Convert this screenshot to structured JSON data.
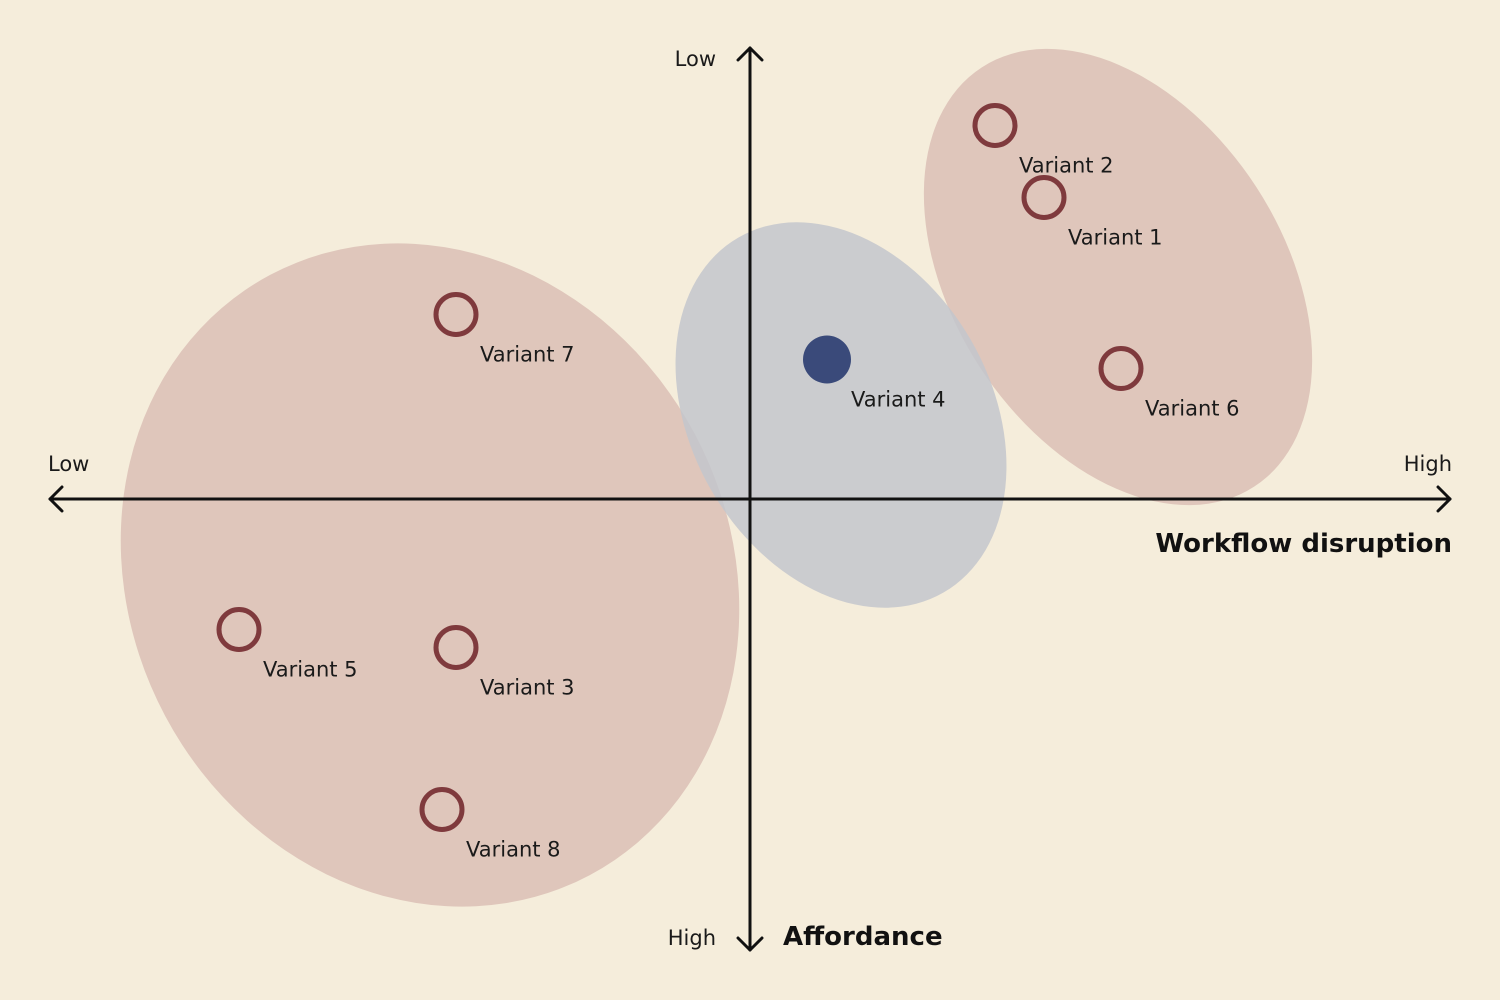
{
  "chart_data": {
    "type": "scatter",
    "title": "",
    "x_axis": {
      "title": "Workflow disruption",
      "low_label": "Low",
      "high_label": "High",
      "range": [
        -10,
        10
      ]
    },
    "y_axis": {
      "title": "Affordance",
      "low_label": "Low",
      "high_label": "High",
      "range": [
        -10,
        10
      ],
      "direction": "low-at-top"
    },
    "grid": false,
    "clusters": [
      {
        "name": "",
        "color": "#dfc6bb",
        "members": [
          "Variant 5",
          "Variant 3",
          "Variant 7",
          "Variant 8"
        ]
      },
      {
        "name": "",
        "color": "#cbcbd0",
        "members": [
          "Variant 4"
        ]
      },
      {
        "name": "",
        "color": "#dfc6bb",
        "members": [
          "Variant 2",
          "Variant 1",
          "Variant 6"
        ]
      }
    ],
    "points": [
      {
        "label": "Variant 2",
        "x": 3.5,
        "y": -8.3,
        "style": "hollow"
      },
      {
        "label": "Variant 1",
        "x": 4.2,
        "y": -6.7,
        "style": "hollow"
      },
      {
        "label": "Variant 6",
        "x": 5.3,
        "y": -2.9,
        "style": "hollow"
      },
      {
        "label": "Variant 7",
        "x": -4.2,
        "y": -4.1,
        "style": "hollow"
      },
      {
        "label": "Variant 4",
        "x": 1.1,
        "y": -3.1,
        "style": "filled"
      },
      {
        "label": "Variant 5",
        "x": -7.3,
        "y": 2.9,
        "style": "hollow"
      },
      {
        "label": "Variant 3",
        "x": -4.2,
        "y": 3.3,
        "style": "hollow"
      },
      {
        "label": "Variant 8",
        "x": -4.4,
        "y": 6.9,
        "style": "hollow"
      }
    ],
    "colors": {
      "background": "#f5eddb",
      "axis": "#111111",
      "hollow_marker": "#7f3a3d",
      "filled_marker": "#3a4a7a"
    }
  }
}
